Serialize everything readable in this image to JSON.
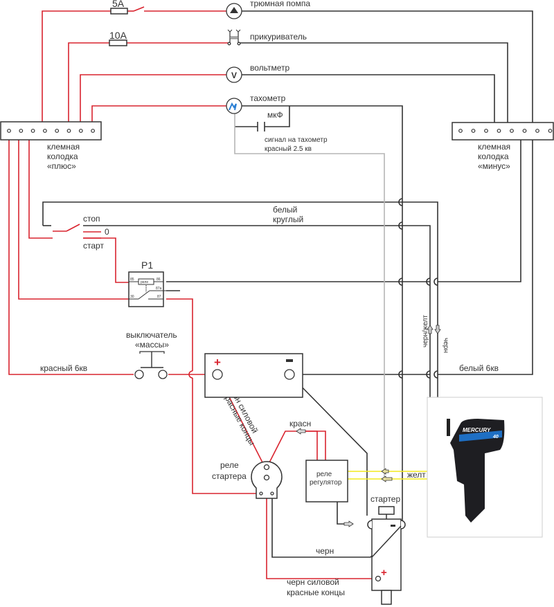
{
  "diagram": {
    "title": "Outboard motor wiring diagram",
    "colors": {
      "positive_wire": "#d9232e",
      "negative_wire": "#333333",
      "signal_wire": "#b5b5b5",
      "yellow_wire": "#f2ea1d",
      "battery_plus": "#d9232e"
    },
    "fuses": {
      "pump": "5A",
      "lighter": "10A"
    },
    "consumers": {
      "pump": "трюмная помпа",
      "lighter": "прикуриватель",
      "voltmeter": "вольтметр",
      "voltmeter_symbol": "V",
      "tachometer": "тахометр",
      "capacitor": "мкФ",
      "tach_signal_1": "сигнал на тахометр",
      "tach_signal_2": "красный 2.5 кв"
    },
    "terminal_plus": {
      "line1": "клемная",
      "line2": "колодка",
      "line3": "«плюс»"
    },
    "terminal_minus": {
      "line1": "клемная",
      "line2": "колодка",
      "line3": "«минус»"
    },
    "ignition": {
      "stop": "стоп",
      "zero": "0",
      "start": "старт"
    },
    "relay_p1": {
      "title": "P1",
      "coil": "реле",
      "pin85": "85",
      "pin86": "86",
      "pin30": "30",
      "pin87a": "87a",
      "pin87": "87"
    },
    "wires": {
      "white_round_1": "белый",
      "white_round_2": "круглый",
      "black_yellow": "черн/желт",
      "black": "черн",
      "red_6": "красный 6кв",
      "white_6": "белый 6кв",
      "power_1": "черн силовой",
      "power_2": "красные концы",
      "red_short": "красн",
      "yellow": "желт",
      "black_starter": "черн",
      "power_bottom_1": "черн силовой",
      "power_bottom_2": "красные концы"
    },
    "mass_switch": {
      "line1": "выключатель",
      "line2": "«массы»"
    },
    "battery": {
      "plus": "+",
      "minus": "−"
    },
    "starter_relay": {
      "line1": "реле",
      "line2": "стартера"
    },
    "regulator": {
      "line1": "реле",
      "line2": "регулятор"
    },
    "starter": {
      "label": "стартер",
      "plus": "+",
      "minus": "−"
    },
    "motor_photo": {
      "brand": "MERCURY",
      "power": "40"
    }
  }
}
